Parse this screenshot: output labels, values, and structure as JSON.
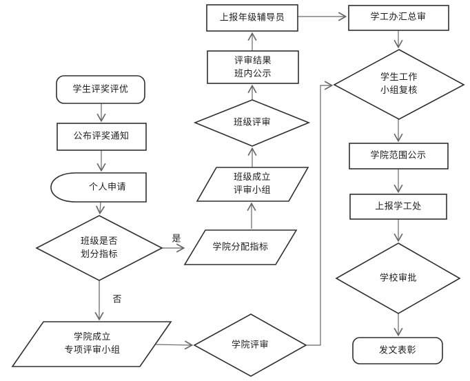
{
  "diagram": {
    "kind": "flowchart",
    "language": "zh-CN",
    "colors": {
      "background": "#ffffff",
      "shape_stroke": "#2e2e2e",
      "connector_stroke": "#666666",
      "text": "#1c1c1c"
    },
    "nodes": [
      {
        "id": "start",
        "type": "rounded-rect",
        "label": "学生评奖评优"
      },
      {
        "id": "notice",
        "type": "process",
        "label": "公布评奖通知"
      },
      {
        "id": "apply",
        "type": "delay-left",
        "label": "个人申请"
      },
      {
        "id": "class-quota",
        "type": "decision",
        "label": "班级是否\n划分指标"
      },
      {
        "id": "college-group",
        "type": "parallelogram",
        "label": "学院成立\n专项评审小组"
      },
      {
        "id": "college-allocate",
        "type": "parallelogram",
        "label": "学院分配指标"
      },
      {
        "id": "class-group",
        "type": "parallelogram",
        "label": "班级成立\n评审小组"
      },
      {
        "id": "class-review",
        "type": "decision",
        "label": "班级评审"
      },
      {
        "id": "class-publicity",
        "type": "process",
        "label": "评审结果\n班内公示"
      },
      {
        "id": "report-counselor",
        "type": "process",
        "label": "上报年级辅导员"
      },
      {
        "id": "office-summary",
        "type": "process",
        "label": "学工办汇总审"
      },
      {
        "id": "workgroup-check",
        "type": "decision",
        "label": "学生工作\n小组复核"
      },
      {
        "id": "college-publicity",
        "type": "process",
        "label": "学院范围公示"
      },
      {
        "id": "report-office",
        "type": "process",
        "label": "上报学工处"
      },
      {
        "id": "school-approval",
        "type": "decision",
        "label": "学校审批"
      },
      {
        "id": "commendation",
        "type": "rounded-rect",
        "label": "发文表彰"
      }
    ],
    "edge_labels": {
      "yes": "是",
      "no": "否"
    }
  }
}
